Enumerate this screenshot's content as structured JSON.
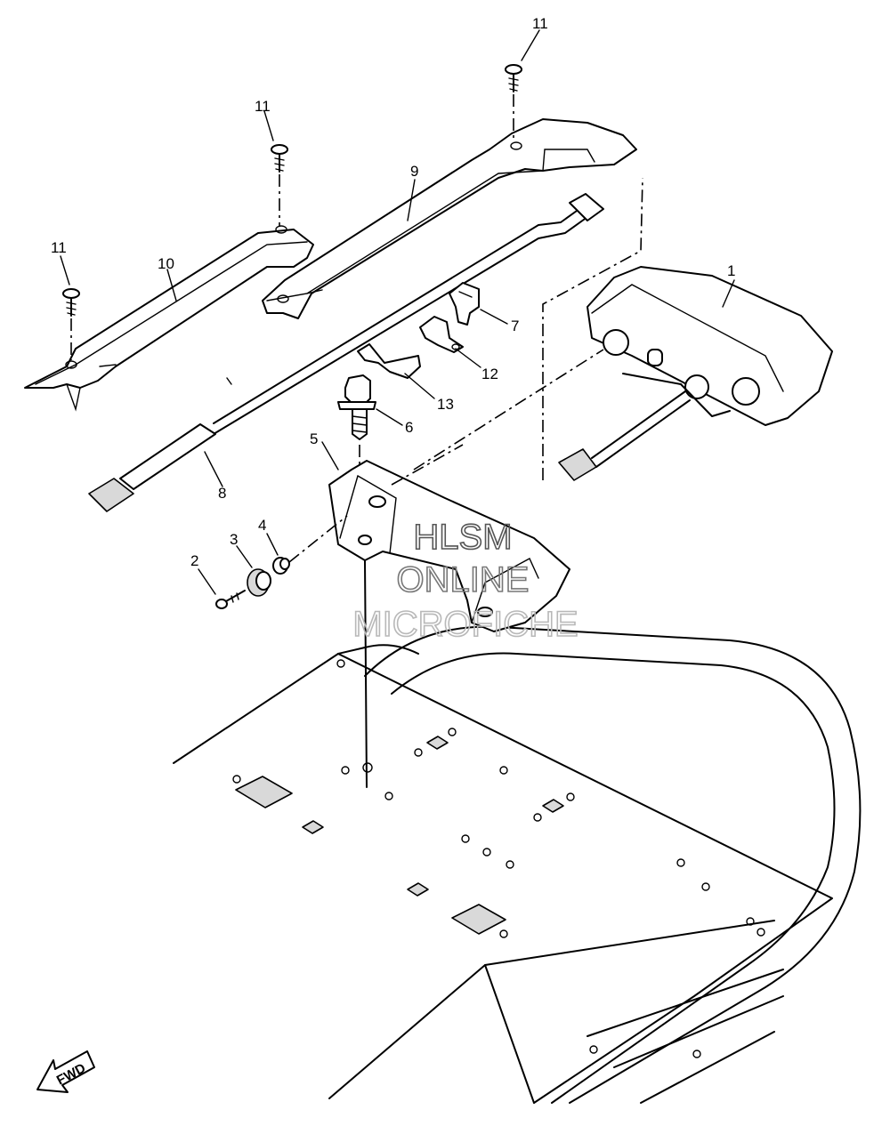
{
  "parts": [
    {
      "id": "1",
      "label": "1"
    },
    {
      "id": "2",
      "label": "2"
    },
    {
      "id": "3",
      "label": "3"
    },
    {
      "id": "4",
      "label": "4"
    },
    {
      "id": "5",
      "label": "5"
    },
    {
      "id": "6",
      "label": "6"
    },
    {
      "id": "7",
      "label": "7"
    },
    {
      "id": "8",
      "label": "8"
    },
    {
      "id": "9",
      "label": "9"
    },
    {
      "id": "10",
      "label": "10"
    },
    {
      "id": "11a",
      "label": "11"
    },
    {
      "id": "11b",
      "label": "11"
    },
    {
      "id": "11c",
      "label": "11"
    },
    {
      "id": "12",
      "label": "12"
    },
    {
      "id": "13",
      "label": "13"
    }
  ],
  "watermark": {
    "line1": "HLSM",
    "line2": "ONLINE",
    "line3": "MICROFICHE"
  },
  "fwd_label": "FWD",
  "colors": {
    "line": "#000000",
    "shade": "#d9d9d9",
    "watermark": "#b8b8b8",
    "background": "#ffffff"
  }
}
